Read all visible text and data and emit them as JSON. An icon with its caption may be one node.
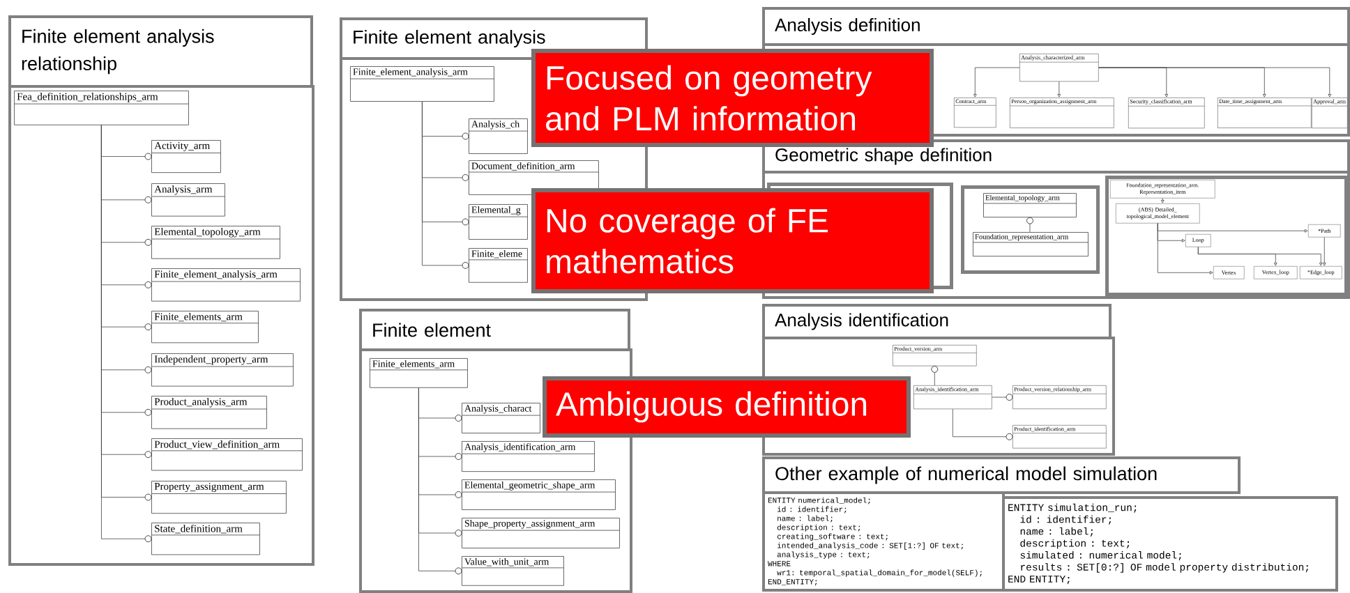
{
  "diagram": {
    "nodes": [
      {
        "text": [
          "Finite element analysis relationship"
        ]
      },
      {
        "text": [],
        "shape": "box"
      },
      {
        "text": [
          "Fea_definition_relationships_arm"
        ],
        "in": 1
      },
      {
        "text": [
          "Activity_arm"
        ],
        "in": 1
      },
      {
        "text": [
          "Analysis_arm"
        ],
        "in": 1
      },
      {
        "text": [
          "Elemental_topology_arm"
        ],
        "in": 1
      },
      {
        "text": [
          "Finite_element_analysis_arm"
        ],
        "in": 1
      },
      {
        "text": [
          "Finite_elements_arm"
        ],
        "in": 1
      },
      {
        "text": [
          "Independent_property_arm"
        ],
        "in": 1
      },
      {
        "text": [
          "Product_analysis_arm"
        ],
        "in": 1
      },
      {
        "text": [
          "Product_view_definition_arm"
        ],
        "in": 1
      },
      {
        "text": [
          "Property_assignment_arm"
        ],
        "in": 1
      },
      {
        "text": [
          "State_definition_arm"
        ],
        "in": 1
      },
      {
        "text": [
          "Finite element analysis"
        ]
      },
      {
        "text": [],
        "shape": "box"
      },
      {
        "text": [
          "Finite_element_analysis_arm"
        ],
        "in": 14
      },
      {
        "text": [
          "Analysis_ch"
        ],
        "in": 14
      },
      {
        "text": [
          "Document_definition_arm"
        ],
        "in": 14
      },
      {
        "text": [
          "Elemental_g"
        ],
        "in": 14
      },
      {
        "text": [
          "Finite_eleme"
        ],
        "in": 14
      },
      {
        "text": [
          "Finite element"
        ]
      },
      {
        "text": [],
        "shape": "box"
      },
      {
        "text": [
          "Finite_elements_arm"
        ],
        "in": 21
      },
      {
        "text": [
          "Analysis_charact"
        ],
        "in": 21
      },
      {
        "text": [
          "Analysis_identification_arm"
        ],
        "in": 21
      },
      {
        "text": [
          "Elemental_geometric_shape_arm"
        ],
        "in": 21
      },
      {
        "text": [
          "Shape_property_assignment_arm"
        ],
        "in": 21
      },
      {
        "text": [
          "Value_with_unit_arm"
        ],
        "in": 21
      },
      {
        "text": [
          "Analysis definition"
        ]
      },
      {
        "text": [],
        "shape": "box"
      },
      {
        "text": [
          "Analysis_characterized_arm"
        ],
        "in": 29
      },
      {
        "text": [
          "Contract_arm"
        ],
        "in": 29
      },
      {
        "text": [
          "Person_organization_assignment_arm"
        ],
        "in": 29
      },
      {
        "text": [
          "Security_classification_arm"
        ],
        "in": 29
      },
      {
        "text": [
          "Date_time_assignment_arm"
        ],
        "in": 29
      },
      {
        "text": [
          "Approval_arm"
        ],
        "in": 29
      },
      {
        "text": [
          "Geometric shape definition"
        ]
      },
      {
        "text": [],
        "shape": "box"
      },
      {
        "text": [],
        "shape": "box",
        "in": 37
      },
      {
        "text": [],
        "shape": "box",
        "in": 37
      },
      {
        "text": [
          "Elemental_topology_arm"
        ],
        "in": 39
      },
      {
        "text": [
          "Foundation_representation_arm"
        ],
        "in": 39
      },
      {
        "text": [],
        "shape": "box",
        "in": 37
      },
      {
        "text": [
          "Foundation_representation_arm. Representation_item"
        ],
        "in": 42
      },
      {
        "text": [
          "(ABS) Detailed_ topological_model_element"
        ],
        "in": 42
      },
      {
        "text": [
          "Loop"
        ],
        "in": 42
      },
      {
        "text": [
          "*Path"
        ],
        "in": 42
      },
      {
        "text": [
          "Vertex"
        ],
        "in": 42
      },
      {
        "text": [
          "Vertex_loop"
        ],
        "in": 42
      },
      {
        "text": [
          "*Edge_loop"
        ],
        "in": 42
      },
      {
        "text": [
          "Analysis identification"
        ]
      },
      {
        "text": [],
        "shape": "box"
      },
      {
        "text": [
          "Product_version_arm"
        ],
        "in": 51
      },
      {
        "text": [
          "Analysis_identification_arm"
        ],
        "in": 51
      },
      {
        "text": [
          "Product_version_relationship_arm"
        ],
        "in": 51
      },
      {
        "text": [
          "Product_identification_arm"
        ],
        "in": 51
      },
      {
        "text": [
          "Other example of numerical model simulation"
        ]
      },
      {
        "text": [
          "ENTITY numerical_model;",
          "id : identifier;",
          "name : label;",
          "description : text;",
          "creating_software : text;",
          "intended_analysis_code : SET[1:?] OF text;",
          "analysis_type : text;",
          "WHERE",
          "wr1: temporal_spatial_domain_for_model(SELF);",
          "END_ENTITY;"
        ]
      },
      {
        "text": [
          "ENTITY simulation_run;",
          "id : identifier;",
          "name : label;",
          "description : text;",
          "simulated : numerical model;",
          "results : SET[0:?] OF model property distribution;",
          "END ENTITY;"
        ]
      },
      {
        "text": [
          "Focused on geometry and PLM information"
        ]
      },
      {
        "text": [
          "No coverage of FE mathematics"
        ]
      },
      {
        "text": [
          "Ambiguous definition"
        ]
      }
    ],
    "edges": [
      {
        "from": 2,
        "to": 3,
        "arrow": "other"
      },
      {
        "from": 2,
        "to": 4,
        "arrow": "other"
      },
      {
        "from": 2,
        "to": 5,
        "arrow": "other"
      },
      {
        "from": 2,
        "to": 6,
        "arrow": "other"
      },
      {
        "from": 2,
        "to": 7,
        "arrow": "other"
      },
      {
        "from": 2,
        "to": 8,
        "arrow": "other"
      },
      {
        "from": 2,
        "to": 9,
        "arrow": "other"
      },
      {
        "from": 2,
        "to": 10,
        "arrow": "other"
      },
      {
        "from": 2,
        "to": 11,
        "arrow": "other"
      },
      {
        "from": 2,
        "to": 12,
        "arrow": "other"
      },
      {
        "from": 15,
        "to": 16,
        "arrow": "other"
      },
      {
        "from": 15,
        "to": 17,
        "arrow": "other"
      },
      {
        "from": 15,
        "to": 18,
        "arrow": "other"
      },
      {
        "from": 15,
        "to": 19,
        "arrow": "other"
      },
      {
        "from": 22,
        "to": 23,
        "arrow": "other"
      },
      {
        "from": 22,
        "to": 24,
        "arrow": "other"
      },
      {
        "from": 22,
        "to": 25,
        "arrow": "other"
      },
      {
        "from": 22,
        "to": 26,
        "arrow": "other"
      },
      {
        "from": 22,
        "to": 27,
        "arrow": "other"
      },
      {
        "from": 30,
        "to": 31,
        "arrow": "to"
      },
      {
        "from": 30,
        "to": 32,
        "arrow": "to"
      },
      {
        "from": 30,
        "to": 33,
        "arrow": "to"
      },
      {
        "from": 30,
        "to": 34,
        "arrow": "to"
      },
      {
        "from": 30,
        "to": 35,
        "arrow": "to"
      },
      {
        "from": 41,
        "to": 40,
        "arrow": "other"
      },
      {
        "from": 43,
        "to": 44,
        "arrow": "to"
      },
      {
        "from": 44,
        "to": 45,
        "arrow": "to"
      },
      {
        "from": 44,
        "to": 46,
        "arrow": "to"
      },
      {
        "from": 44,
        "to": 47,
        "arrow": "to"
      },
      {
        "from": 45,
        "to": 48,
        "arrow": "to"
      },
      {
        "from": 45,
        "to": 49,
        "arrow": "to"
      },
      {
        "from": 46,
        "to": 49,
        "arrow": "to"
      },
      {
        "from": 53,
        "to": 52,
        "arrow": "other"
      },
      {
        "from": 53,
        "to": 54,
        "arrow": "other"
      },
      {
        "from": 53,
        "to": 55,
        "arrow": "other"
      }
    ]
  }
}
